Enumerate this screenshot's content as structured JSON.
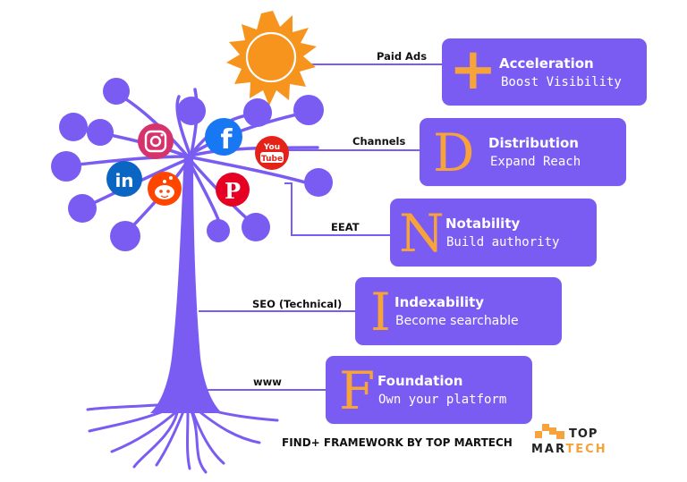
{
  "branches": [
    {
      "key": "plus",
      "connector_label": "Paid Ads",
      "letter": "+",
      "title": "Acceleration",
      "subtitle": "Boost Visibility",
      "sub_style": "mono"
    },
    {
      "key": "d",
      "connector_label": "Channels",
      "letter": "D",
      "title": "Distribution",
      "subtitle": "Expand Reach",
      "sub_style": "mono"
    },
    {
      "key": "n",
      "connector_label": "EEAT",
      "letter": "N",
      "title": "Notability",
      "subtitle": "Build authority",
      "sub_style": "mono"
    },
    {
      "key": "i",
      "connector_label": "SEO (Technical)",
      "letter": "I",
      "title": "Indexability",
      "subtitle": "Become searchable",
      "sub_style": "sans"
    },
    {
      "key": "f",
      "connector_label": "www",
      "letter": "F",
      "title": "Foundation",
      "subtitle": "Own your platform",
      "sub_style": "mono"
    }
  ],
  "footer": {
    "text": "FIND+ FRAMEWORK BY TOP MARTECH"
  },
  "logo": {
    "top": "TOP",
    "bottom_left": "MAR",
    "bottom_right": "TECH"
  },
  "social_icons": {
    "youtube_top": "You",
    "youtube_bottom": "Tube",
    "linkedin": "in",
    "facebook": "f",
    "pinterest": "P"
  },
  "colors": {
    "purple": "#7b5cf3",
    "orange": "#f5a33a",
    "sun": "#f7941d"
  }
}
